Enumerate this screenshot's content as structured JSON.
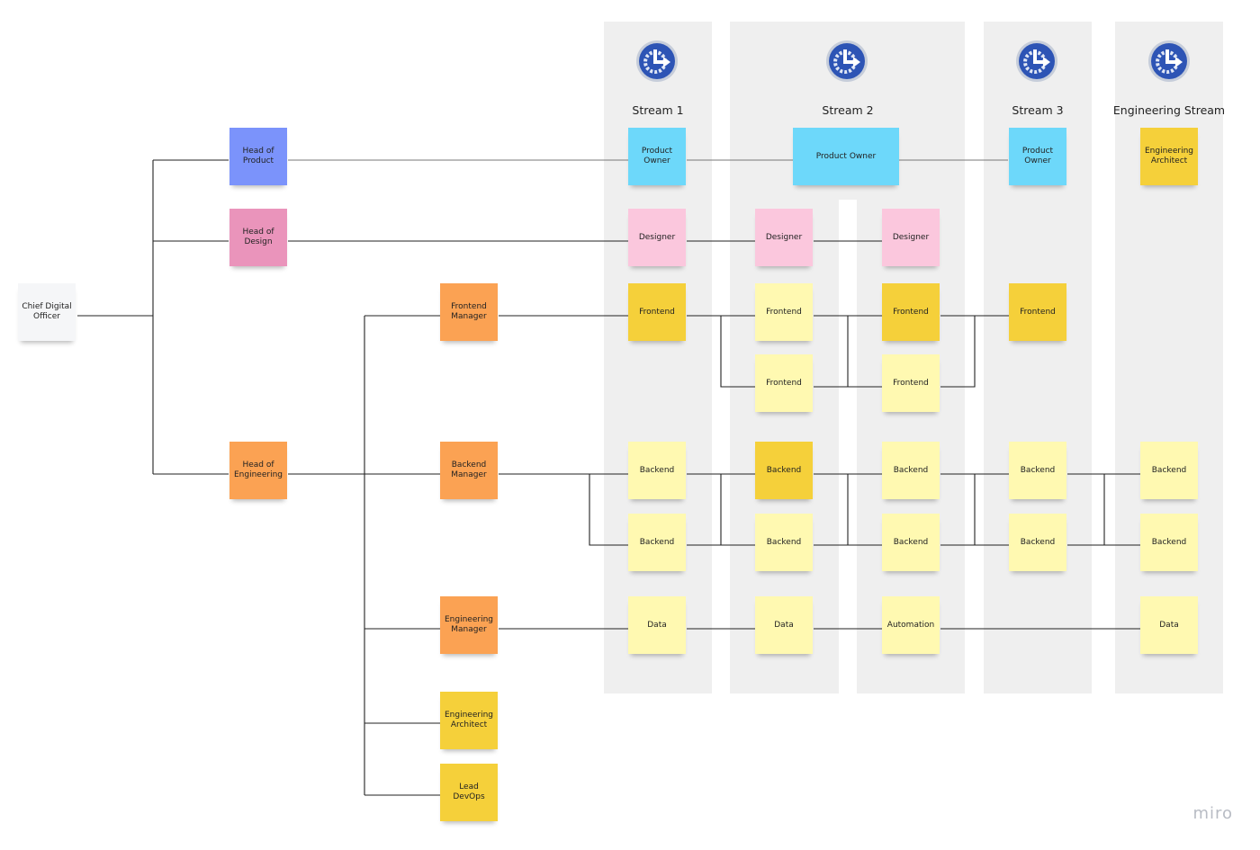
{
  "streams": [
    {
      "title": "Stream 1",
      "icon": "stream-arrow-icon"
    },
    {
      "title": "Stream 2",
      "icon": "stream-arrow-icon"
    },
    {
      "title": "Stream 3",
      "icon": "stream-arrow-icon"
    },
    {
      "title": "Engineering Stream",
      "icon": "stream-arrow-icon"
    }
  ],
  "org": {
    "cdo": "Chief Digital\nOfficer",
    "head_product": "Head of\nProduct",
    "head_design": "Head of\nDesign",
    "head_engineering": "Head of\nEngineering",
    "frontend_manager": "Frontend\nManager",
    "backend_manager": "Backend\nManager",
    "engineering_manager": "Engineering\nManager",
    "engineering_architect": "Engineering\nArchitect",
    "lead_devops": "Lead DevOps"
  },
  "stream1": {
    "product_owner": "Product\nOwner",
    "designer": "Designer",
    "frontend": "Frontend",
    "backend_1": "Backend",
    "backend_2": "Backend",
    "data": "Data"
  },
  "stream2": {
    "product_owner": "Product Owner",
    "designer_a": "Designer",
    "designer_b": "Designer",
    "frontend_a1": "Frontend",
    "frontend_b1": "Frontend",
    "frontend_a2": "Frontend",
    "frontend_b2": "Frontend",
    "backend_a1": "Backend",
    "backend_b1": "Backend",
    "backend_a2": "Backend",
    "backend_b2": "Backend",
    "data": "Data",
    "automation": "Automation"
  },
  "stream3": {
    "product_owner": "Product\nOwner",
    "frontend": "Frontend",
    "backend_1": "Backend",
    "backend_2": "Backend"
  },
  "engineering_stream": {
    "engineering_architect": "Engineering\nArchitect",
    "backend_1": "Backend",
    "backend_2": "Backend",
    "data": "Data"
  },
  "colors": {
    "lane": "#efefef",
    "cdo": "#f5f6f8",
    "head_product": "#7b93fb",
    "head_design": "#ea94bb",
    "managers": "#fba253",
    "gold": "#f5d03a",
    "pale_yellow": "#fff9b1",
    "product_owner": "#6dd8fa",
    "designer": "#fbc7dd"
  },
  "watermark": "miro"
}
